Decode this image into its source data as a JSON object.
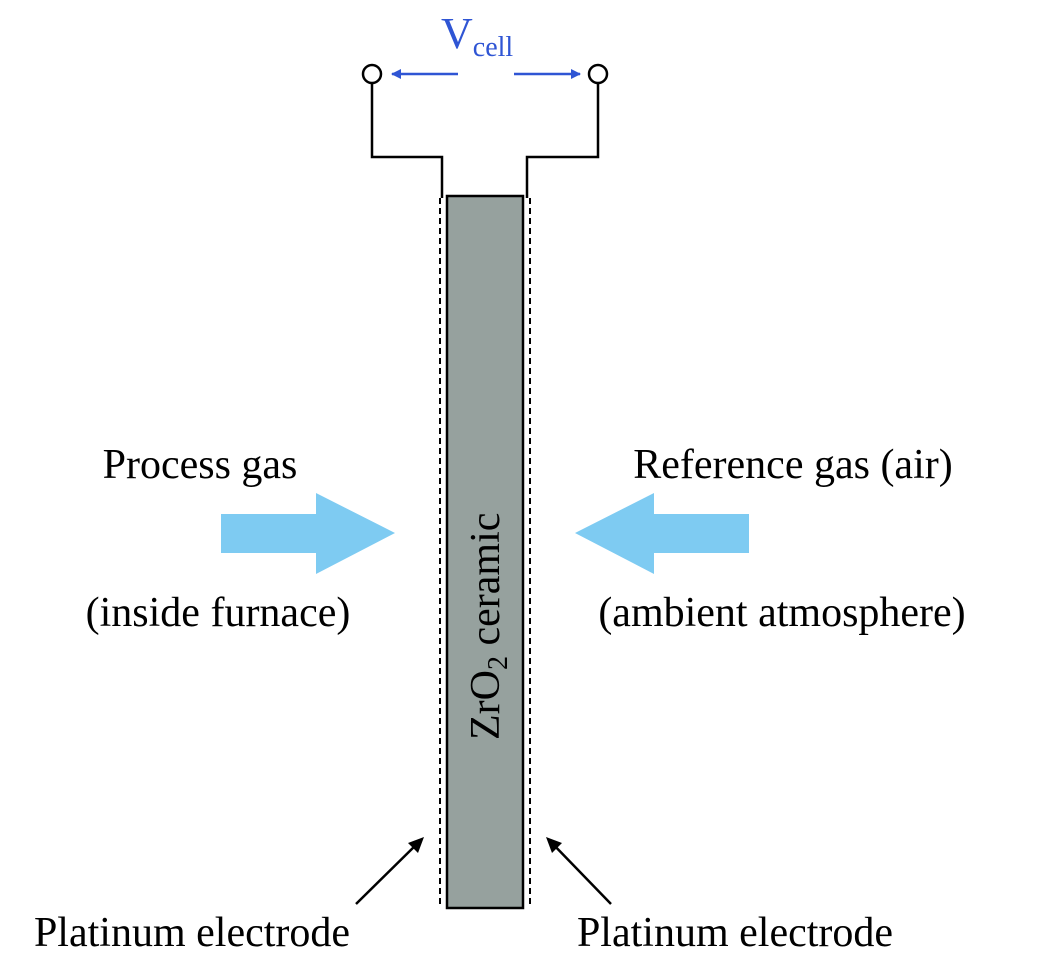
{
  "voltage": {
    "symbol": "V",
    "subscript": "cell",
    "color": "#2f55d4"
  },
  "ceramic": {
    "formula_main": "ZrO",
    "formula_sub": "2",
    "word": " ceramic",
    "fill": "#96a19e"
  },
  "left_gas": {
    "title": "Process gas",
    "subtitle": "(inside furnace)"
  },
  "right_gas": {
    "title": "Reference gas (air)",
    "subtitle": "(ambient atmosphere)"
  },
  "gas_arrow_color": "#7ecbf2",
  "electrodes": {
    "left_label": "Platinum electrode",
    "right_label": "Platinum electrode"
  }
}
